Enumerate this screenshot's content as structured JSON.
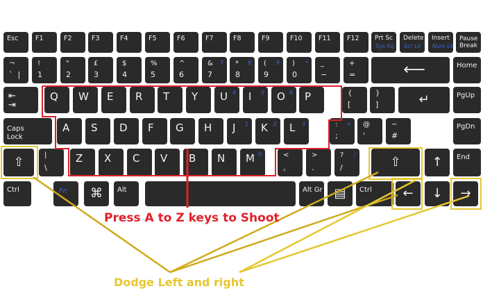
{
  "keyboard": {
    "keys": [
      {
        "id": "esc",
        "label": "Esc",
        "style": "small"
      },
      {
        "id": "f1",
        "label": "F1",
        "style": "small"
      },
      {
        "id": "f2",
        "label": "F2",
        "style": "small"
      },
      {
        "id": "f3",
        "label": "F3",
        "style": "small"
      },
      {
        "id": "f4",
        "label": "F4",
        "style": "small"
      },
      {
        "id": "f5",
        "label": "F5",
        "style": "small"
      },
      {
        "id": "f6",
        "label": "F6",
        "style": "small"
      },
      {
        "id": "f7",
        "label": "F7",
        "style": "small"
      },
      {
        "id": "f8",
        "label": "F8",
        "style": "small"
      },
      {
        "id": "f9",
        "label": "F9",
        "style": "small"
      },
      {
        "id": "f10",
        "label": "F10",
        "style": "small"
      },
      {
        "id": "f11",
        "label": "F11",
        "style": "small"
      },
      {
        "id": "f12",
        "label": "F12",
        "style": "small"
      },
      {
        "id": "prtsc",
        "label": "Prt Sc",
        "alt": "Sys Rq",
        "style": "fn2"
      },
      {
        "id": "delete",
        "label": "Delete",
        "alt": "Scr Lk",
        "style": "fn2"
      },
      {
        "id": "insert",
        "label": "Insert",
        "alt": "Num Lk",
        "style": "fn2"
      },
      {
        "id": "pause",
        "label": "Pause\nBreak",
        "style": "small"
      },
      {
        "id": "backtick",
        "top": "¬",
        "bot": "`  |",
        "style": "dual"
      },
      {
        "id": "d1",
        "top": "!",
        "bot": "1",
        "style": "dual"
      },
      {
        "id": "d2",
        "top": "\"",
        "bot": "2",
        "style": "dual"
      },
      {
        "id": "d3",
        "top": "£",
        "bot": "3",
        "style": "dual"
      },
      {
        "id": "d4",
        "top": "$",
        "bot": "4",
        "style": "dual"
      },
      {
        "id": "d5",
        "top": "%",
        "bot": "5",
        "style": "dual"
      },
      {
        "id": "d6",
        "top": "^",
        "bot": "6",
        "style": "dual"
      },
      {
        "id": "d7",
        "top": "&",
        "bot": "7",
        "blue": "7",
        "style": "dual"
      },
      {
        "id": "d8",
        "top": "*",
        "bot": "8",
        "blue": "8",
        "style": "dual"
      },
      {
        "id": "d9",
        "top": "(",
        "bot": "9",
        "blue": "9",
        "style": "dual"
      },
      {
        "id": "d0",
        "top": ")",
        "bot": "0",
        "blue": "*",
        "style": "dual"
      },
      {
        "id": "minus",
        "top": "_",
        "bot": "−",
        "style": "dual"
      },
      {
        "id": "equals",
        "top": "+",
        "bot": "=",
        "style": "dual"
      },
      {
        "id": "backspace",
        "label": "⟵",
        "style": "icon"
      },
      {
        "id": "home",
        "label": "Home",
        "style": "small"
      },
      {
        "id": "tab",
        "label": "⇤\n⇥",
        "style": "tab"
      },
      {
        "id": "q",
        "label": "Q",
        "style": "main"
      },
      {
        "id": "w",
        "label": "W",
        "style": "main"
      },
      {
        "id": "e",
        "label": "E",
        "style": "main"
      },
      {
        "id": "r",
        "label": "R",
        "style": "main"
      },
      {
        "id": "t",
        "label": "T",
        "style": "main"
      },
      {
        "id": "y",
        "label": "Y",
        "style": "main"
      },
      {
        "id": "u",
        "label": "U",
        "blue": "4",
        "style": "main"
      },
      {
        "id": "i",
        "label": "I",
        "blue": "5",
        "style": "main"
      },
      {
        "id": "o",
        "label": "O",
        "blue": "6",
        "style": "main"
      },
      {
        "id": "p",
        "label": "P",
        "blue": "-",
        "style": "main"
      },
      {
        "id": "lbrace",
        "top": "{",
        "bot": "[",
        "style": "dual"
      },
      {
        "id": "rbrace",
        "top": "}",
        "bot": "]",
        "style": "dual"
      },
      {
        "id": "enter",
        "label": "↵",
        "style": "icon"
      },
      {
        "id": "pgup",
        "label": "PgUp",
        "style": "small"
      },
      {
        "id": "caps",
        "label": "Caps\nLock",
        "style": "small"
      },
      {
        "id": "a",
        "label": "A",
        "style": "main"
      },
      {
        "id": "s",
        "label": "S",
        "style": "main"
      },
      {
        "id": "d",
        "label": "D",
        "style": "main"
      },
      {
        "id": "f",
        "label": "F",
        "style": "main"
      },
      {
        "id": "g",
        "label": "G",
        "style": "main"
      },
      {
        "id": "h",
        "label": "H",
        "style": "main"
      },
      {
        "id": "j",
        "label": "J",
        "blue": "1",
        "style": "main"
      },
      {
        "id": "k",
        "label": "K",
        "blue": "2",
        "style": "main"
      },
      {
        "id": "l",
        "label": "L",
        "blue": "3",
        "style": "main"
      },
      {
        "id": "semi",
        "top": ":",
        "bot": ";",
        "blue": "+",
        "style": "dual"
      },
      {
        "id": "quote",
        "top": "@",
        "bot": "'",
        "style": "dual"
      },
      {
        "id": "hash",
        "top": "~",
        "bot": "#",
        "style": "dual"
      },
      {
        "id": "pgdn",
        "label": "PgDn",
        "style": "small"
      },
      {
        "id": "lshift",
        "label": "⇧",
        "style": "icon"
      },
      {
        "id": "backslash",
        "top": "|",
        "bot": "\\",
        "style": "dual"
      },
      {
        "id": "z",
        "label": "Z",
        "style": "main"
      },
      {
        "id": "x",
        "label": "X",
        "style": "main"
      },
      {
        "id": "c",
        "label": "C",
        "style": "main"
      },
      {
        "id": "v",
        "label": "V",
        "style": "main"
      },
      {
        "id": "b",
        "label": "B",
        "style": "main"
      },
      {
        "id": "n",
        "label": "N",
        "style": "main"
      },
      {
        "id": "m",
        "label": "M",
        "blue": "0",
        "style": "main"
      },
      {
        "id": "comma",
        "top": "<",
        "bot": ",",
        "style": "dual"
      },
      {
        "id": "period",
        "top": ">",
        "bot": ".",
        "blue": ".",
        "style": "dual"
      },
      {
        "id": "slash",
        "top": "?",
        "bot": "/",
        "blue": "/",
        "style": "dual"
      },
      {
        "id": "rshift",
        "label": "⇧",
        "style": "icon"
      },
      {
        "id": "up",
        "label": "↑",
        "style": "icon"
      },
      {
        "id": "end",
        "label": "End",
        "style": "small"
      },
      {
        "id": "lctrl",
        "label": "Ctrl",
        "style": "small"
      },
      {
        "id": "fn",
        "label": "Fn",
        "style": "fnkey"
      },
      {
        "id": "win",
        "label": "⌘",
        "style": "icon"
      },
      {
        "id": "alt",
        "label": "Alt",
        "style": "small"
      },
      {
        "id": "space",
        "label": "",
        "style": "small"
      },
      {
        "id": "altgr",
        "label": "Alt Gr",
        "style": "small"
      },
      {
        "id": "menu",
        "label": "▤",
        "style": "icon"
      },
      {
        "id": "rctrl",
        "label": "Ctrl",
        "style": "small"
      },
      {
        "id": "left",
        "label": "←",
        "style": "icon"
      },
      {
        "id": "down",
        "label": "↓",
        "style": "icon"
      },
      {
        "id": "right",
        "label": "→",
        "style": "icon"
      }
    ]
  },
  "annotations": {
    "shoot_label": "Press A to Z keys to Shoot",
    "dodge_label": "Dodge Left and right"
  },
  "colors": {
    "key": "#2a2a2a",
    "shoot_highlight": "#e0202a",
    "dodge_highlight": "#e6c730",
    "dodge_line": "#cfaa1a"
  }
}
